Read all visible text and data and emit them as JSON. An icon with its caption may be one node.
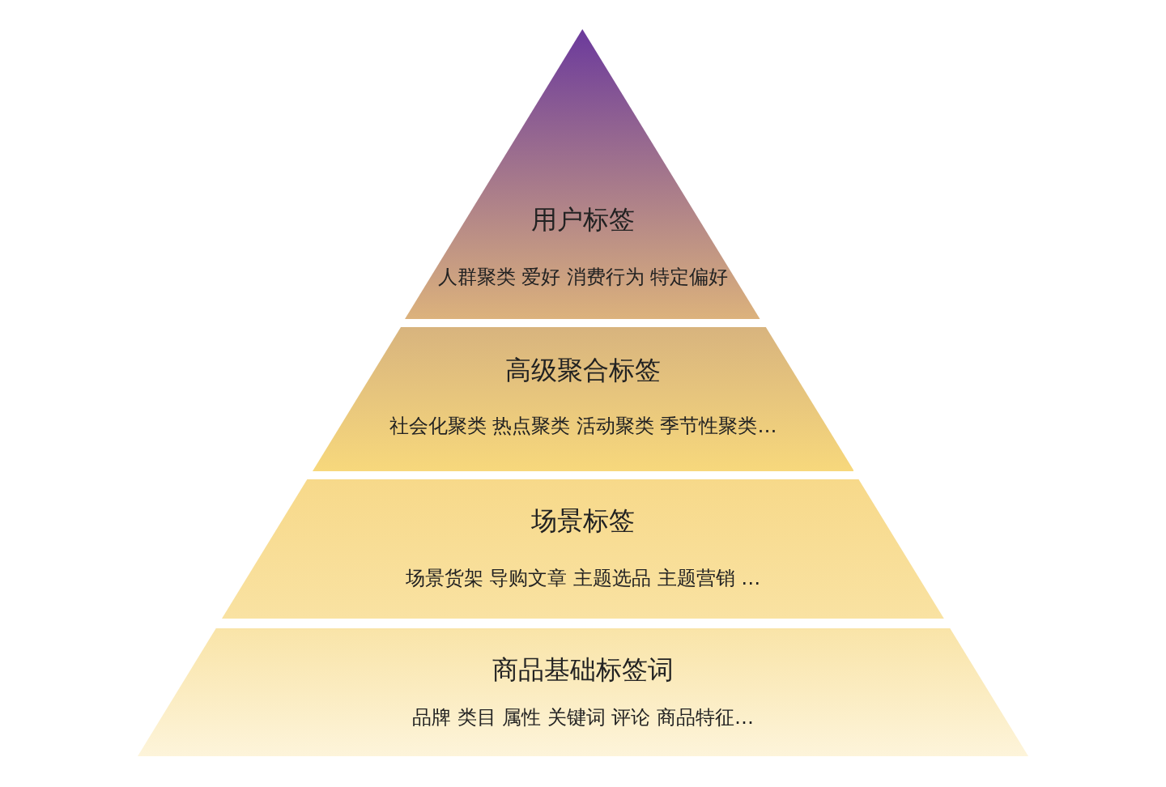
{
  "diagram": {
    "nodes": [
      {
        "text": [
          "用户标签",
          "人群聚类 爱好 消费行为 特定偏好"
        ]
      },
      {
        "text": [
          "高级聚合标签",
          "社会化聚类 热点聚类 活动聚类 季节性聚类…"
        ]
      },
      {
        "text": [
          "场景标签",
          "场景货架 导购文章 主题选品 主题营销 …"
        ]
      },
      {
        "text": [
          "商品基础标签词",
          "品牌 类目 属性 关键词 评论 商品特征…"
        ]
      }
    ]
  }
}
